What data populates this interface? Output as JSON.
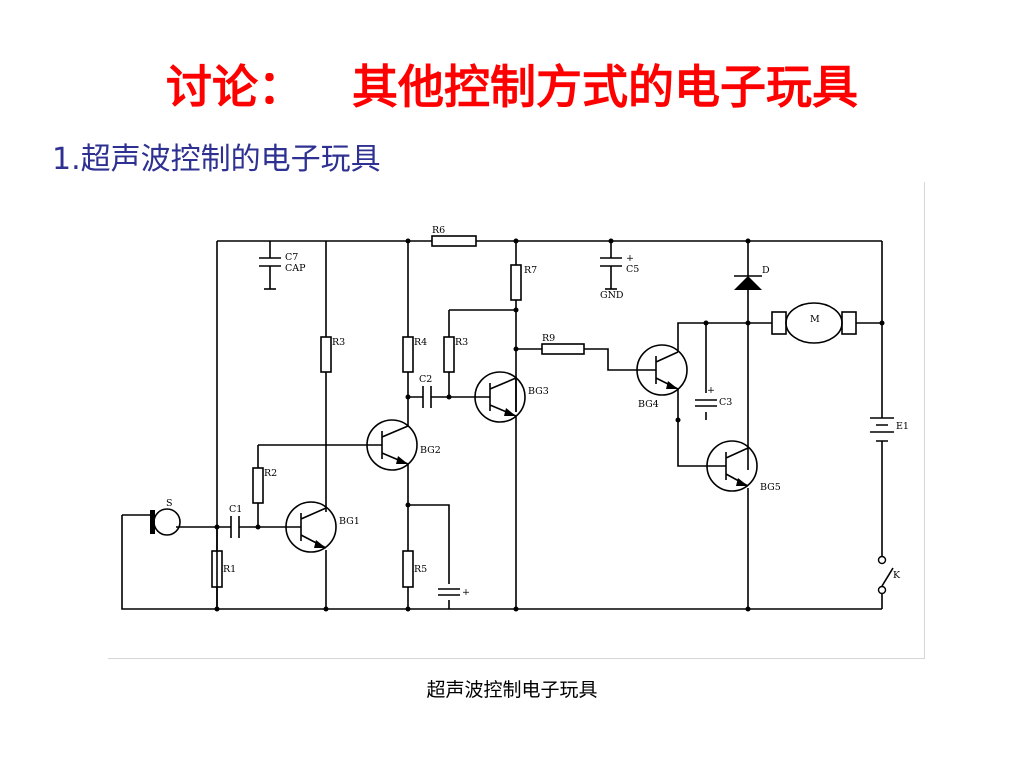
{
  "slide": {
    "title": "讨论：   其他控制方式的电子玩具",
    "subtitle": "1.超声波控制的电子玩具",
    "caption": "超声波控制电子玩具"
  },
  "colors": {
    "title": "#ff0000",
    "subtitle": "#2e3192",
    "ink": "#000000"
  },
  "circuit": {
    "labels": {
      "c7": "C7",
      "cap": "CAP",
      "r6": "R6",
      "r7": "R7",
      "c5": "C5",
      "gnd": "GND",
      "d": "D",
      "m": "M",
      "r3a": "R3",
      "r4": "R4",
      "r3b": "R3",
      "r9": "R9",
      "c2": "C2",
      "bg3": "BG3",
      "bg4": "BG4",
      "c3": "C3",
      "e1": "E1",
      "bg2": "BG2",
      "r2": "R2",
      "bg5": "BG5",
      "s": "S",
      "c1": "C1",
      "bg1": "BG1",
      "r1": "R1",
      "r5": "R5",
      "k": "K",
      "plus_c5": "+",
      "plus_c3": "+",
      "plus_c4": "+"
    }
  }
}
